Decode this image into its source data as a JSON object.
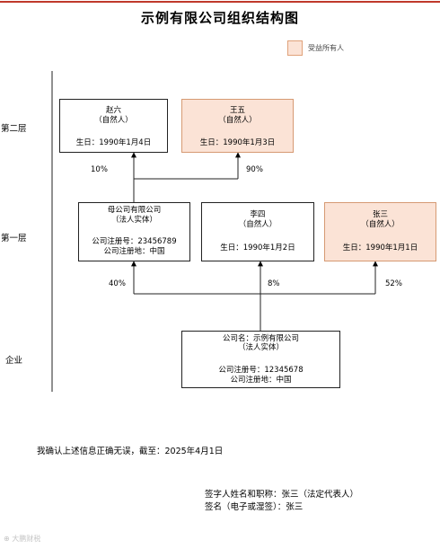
{
  "title": "示例有限公司组织结构图",
  "legend": {
    "label": "受益所有人",
    "color": "#fbe3d6"
  },
  "levels": {
    "level2": "第二层",
    "level1": "第一层",
    "enterprise": "企业"
  },
  "nodes": {
    "zhao6": {
      "name": "赵六",
      "type": "（自然人）",
      "birth": "生日：1990年1月4日"
    },
    "wang5": {
      "name": "王五",
      "type": "（自然人）",
      "birth": "生日：1990年1月3日"
    },
    "parent": {
      "name": "母公司有限公司",
      "type": "（法人实体）",
      "reg_no": "公司注册号：23456789",
      "reg_place": "公司注册地：中国"
    },
    "li4": {
      "name": "李四",
      "type": "（自然人）",
      "birth": "生日：1990年1月2日"
    },
    "zhang3": {
      "name": "张三",
      "type": "（自然人）",
      "birth": "生日：1990年1月1日"
    },
    "company": {
      "name": "公司名：示例有限公司",
      "type": "（法人实体）",
      "reg_no": "公司注册号：12345678",
      "reg_place": "公司注册地：中国"
    }
  },
  "edges": {
    "zhao6_to_parent": "10%",
    "wang5_to_parent": "90%",
    "parent_to_company": "40%",
    "li4_to_company": "8%",
    "zhang3_to_company": "52%"
  },
  "statement": "我确认上述信息正确无误，截至：2025年4月1日",
  "signatory": "签字人姓名和职称：张三（法定代表人）",
  "signature": "签名（电子或湿签）：张三",
  "watermark": "⊕ 大鹏财税",
  "colors": {
    "owner_fill": "#fbe3d6",
    "owner_border": "#d69a73"
  }
}
